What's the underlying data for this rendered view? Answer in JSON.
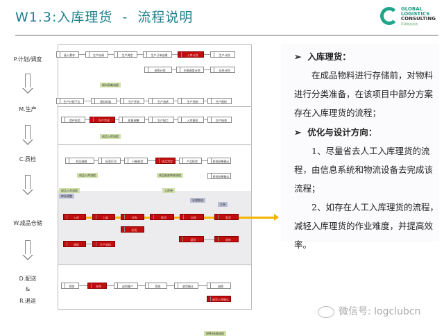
{
  "header": {
    "title": "W1.3:入库理货  -  流程说明",
    "logo_text": [
      "GLOBAL",
      "LOGISTICS",
      "CONSULTING",
      "环球物流咨询"
    ]
  },
  "lanes": [
    {
      "label": "P.计划/调度"
    },
    {
      "label": "M.生产"
    },
    {
      "label": "C.质检"
    },
    {
      "label": "W.成品仓储"
    },
    {
      "label": "D.配送",
      "label2": "&",
      "label3": "R.退返"
    }
  ],
  "diagram": {
    "boxes": [
      "接入需求",
      "生产协调",
      "生产周定",
      "生产订单创建",
      "入库计划",
      "生产计划",
      "采购计划",
      "车辆调度计划",
      "仓库计划",
      "生产计划下达",
      "领料申请",
      "生产开始",
      "生产流转",
      "生产控制",
      "生产报检",
      "首件检验",
      "生产完成",
      "质量调整",
      "生产报工",
      "入库报检",
      "生产结束",
      "样品抽取",
      "标签打印",
      "开箱检验",
      "成品判定",
      "产品检验",
      "质检结果确认",
      "质检结果确认",
      "入库",
      "上架",
      "分拣",
      "拣货",
      "出库",
      "发货",
      "补货",
      "调拨",
      "生产退料",
      "返货",
      "退库",
      "预览",
      "装车",
      "送到客户",
      "签收",
      "收货确认",
      "退换",
      "退货入库确认"
    ],
    "notes": [
      "原料采集流程",
      "成品入库流程",
      "成品入库流程",
      "成品报废审核流程",
      "成品入库流程",
      "入库单",
      "库存调整",
      "订单",
      "仓储物流",
      "WMS系统流程"
    ]
  },
  "panel": {
    "section1_title": "入库理货：",
    "section1_body": "在成品物料进行存储前，对物料进行分类准备，在该项目中部分方案存在入库理货的流程；",
    "section2_title": "优化与设计方向：",
    "item1": "1、尽量省去人工入库理货的流程，由信息系统和物流设备去完成该流程；",
    "item2": "2、如存在人工入库理货的流程，减轻入库理货的作业难度，并提高效率。"
  },
  "watermark": {
    "text": "微信号: logclubcn"
  },
  "colors": {
    "title": "#1d7f8c",
    "highlight": "#c00d0d",
    "arrow": "#f4b400",
    "note": "#cfe0a8"
  }
}
